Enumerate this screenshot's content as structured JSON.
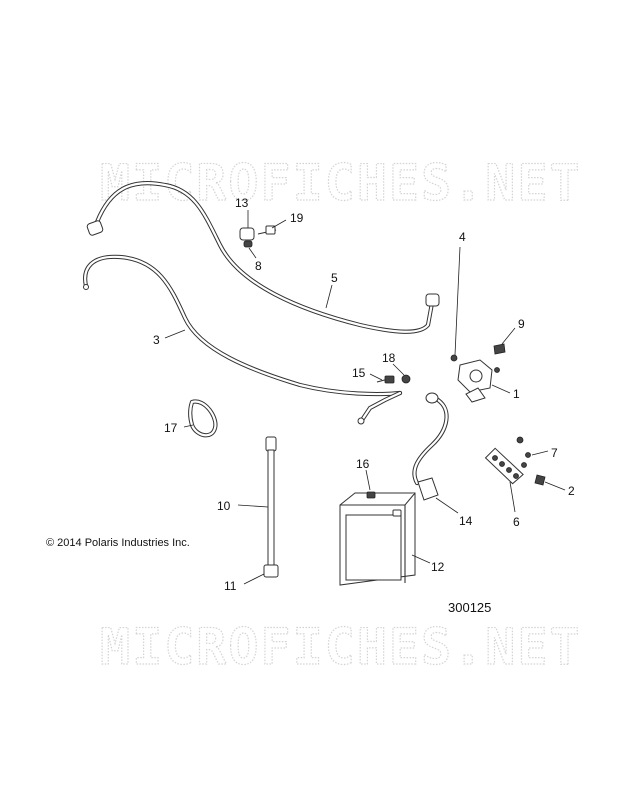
{
  "watermark": {
    "text_top": "MICROFICHES.NET",
    "text_bottom": "MICROFICHES.NET"
  },
  "copyright": "© 2014 Polaris Industries Inc.",
  "figure_id": "300125",
  "callouts": {
    "c1": "1",
    "c2": "2",
    "c3": "3",
    "c4": "4",
    "c5": "5",
    "c6": "6",
    "c7": "7",
    "c8": "8",
    "c9": "9",
    "c10": "10",
    "c11": "11",
    "c12": "12",
    "c13": "13",
    "c14": "14",
    "c15": "15",
    "c16": "16",
    "c17": "17",
    "c18": "18",
    "c19": "19"
  },
  "colors": {
    "line": "#333333",
    "watermark": "#d4d4d4",
    "background": "#ffffff"
  }
}
